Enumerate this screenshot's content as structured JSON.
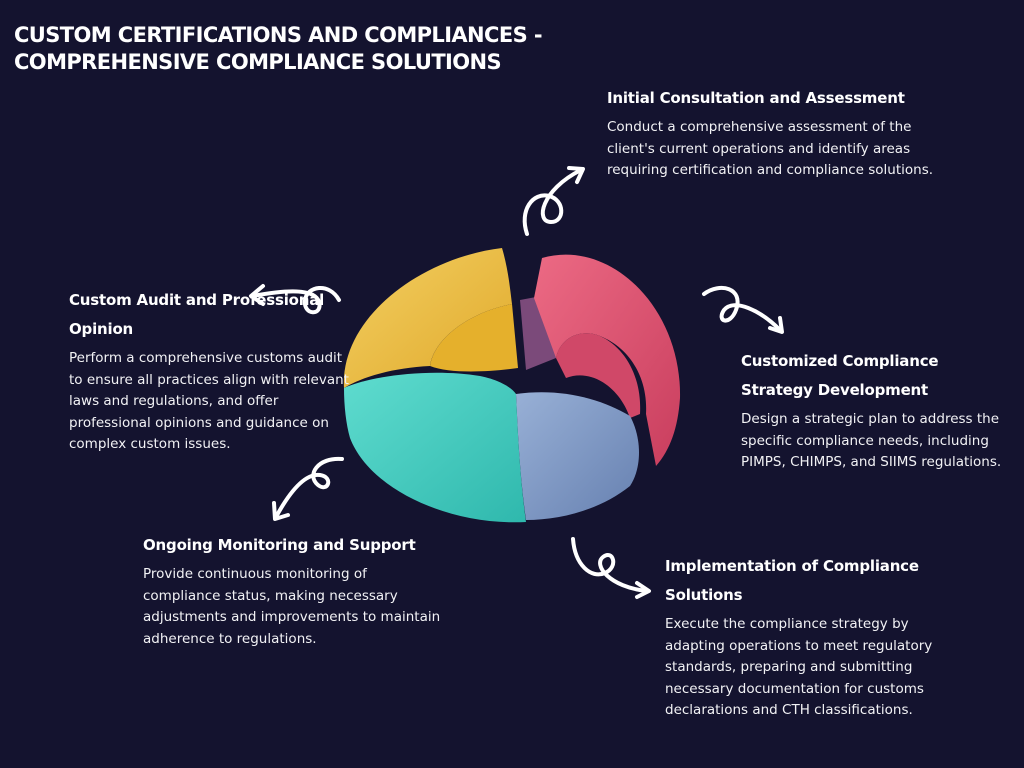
{
  "title": {
    "line1": "CUSTOM CERTIFICATIONS AND COMPLIANCES -",
    "line2": "COMPREHENSIVE COMPLIANCE SOLUTIONS"
  },
  "steps": [
    {
      "heading": "Initial Consultation and Assessment",
      "text": "Conduct a comprehensive assessment of the client's current operations and identify areas requiring certification and compliance solutions."
    },
    {
      "heading": "Customized Compliance Strategy Development",
      "text": "Design a strategic plan to address the specific compliance needs, including PIMPS, CHIMPS, and SIIMS regulations."
    },
    {
      "heading": "Implementation of Compliance Solutions",
      "text": "Execute the compliance strategy by adapting operations to meet regulatory standards, preparing and submitting necessary documentation for customs declarations and CTH classifications."
    },
    {
      "heading": "Ongoing Monitoring and Support",
      "text": "Provide continuous monitoring of compliance status, making necessary adjustments and improvements to maintain adherence to regulations."
    },
    {
      "heading": "Custom Audit and Professional Opinion",
      "text": "Perform a comprehensive customs audit to ensure all practices align with relevant laws and regulations, and offer professional opinions and guidance on complex custom issues."
    }
  ],
  "colors": {
    "background": "#14132f",
    "segment_red": "#e2526f",
    "segment_yellow": "#eec147",
    "segment_teal": "#45d0c4",
    "segment_blue": "#7f9bc8",
    "segment_purple": "#7b4a7a"
  }
}
